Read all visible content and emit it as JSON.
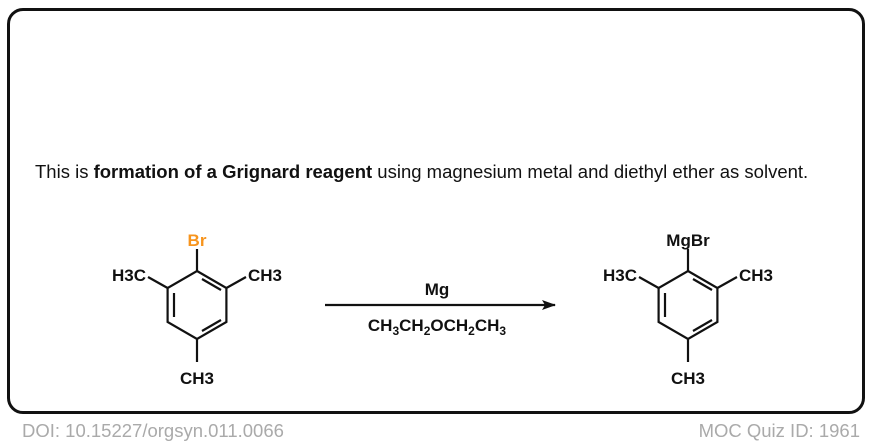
{
  "description": {
    "prefix": "This is ",
    "bold": "formation of a Grignard reagent",
    "suffix": " using magnesium metal and diethyl ether as solvent."
  },
  "reactant": {
    "top_label": "Br",
    "left_label": "H3C",
    "right_label": "CH3",
    "bottom_label": "CH3"
  },
  "product": {
    "top_label": "MgBr",
    "left_label": "H3C",
    "right_label": "CH3",
    "bottom_label": "CH3"
  },
  "arrow": {
    "reagent": "Mg",
    "solvent": "CH3CH2OCH2CH3"
  },
  "footer": {
    "doi": "DOI: 10.15227/orgsyn.011.0066",
    "quiz_id": "MOC Quiz ID: 1961"
  },
  "colors": {
    "bromine": "#f7941d",
    "text": "#111111",
    "footer": "#aaaaaa"
  }
}
